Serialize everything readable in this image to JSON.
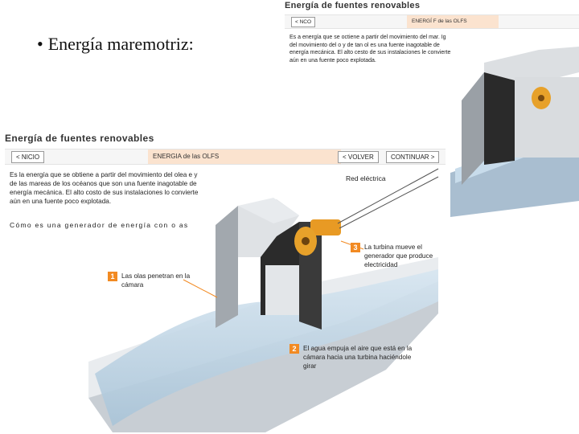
{
  "slide": {
    "bullet": "•",
    "heading": "Energía maremotriz:"
  },
  "top_screen": {
    "title": "Energía de fuentes renovables",
    "inicio_button": "< NCO",
    "tabs_text": "ENERGÍ F de las OLFS",
    "description": "Es a energía que se octiene a partir del movimiento del mar. Ig del movimiento del o y de tan ol es una fuente inagotable de energía mecánica. El alto cesto de sus instalaciones le convierte aún en una fuente poco explotada."
  },
  "front_screen": {
    "title": "Energía de fuentes renovables",
    "inicio_button": "< NICIO",
    "tabs_text": "ENERGIA de las OLFS",
    "volver_button": "< VOLVER",
    "continuar_button": "CONTINUAR >",
    "description": "Es la energía que se obtiene a partir del movimiento del olea e y de las mareas de los océanos que son una fuente inagotable de energía mecánica. El alto costo de sus instalaciones lo convierte aún en una fuente poco explotada.",
    "subheading": "Cómo es una generador de energía con o as",
    "red_label": "Red eléctrica",
    "steps": [
      {
        "number": "1",
        "text": "Las olas penetran en la cámara"
      },
      {
        "number": "2",
        "text": "El agua empuja el aire que está en la cámara hacia una turbina haciéndole girar"
      },
      {
        "number": "3",
        "text": "La turbina mueve el generador que produce electricidad"
      }
    ]
  },
  "colors": {
    "accent_orange": "#f28a22",
    "tab_background": "#fbe3cf",
    "water": "#bcd5e6"
  }
}
